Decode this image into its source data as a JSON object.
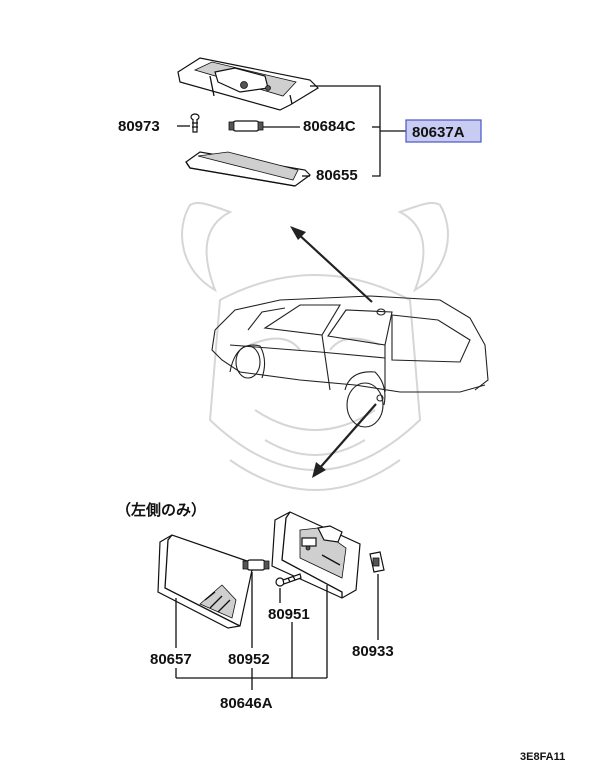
{
  "labels": {
    "screw_top": "80973",
    "bulb_top": "80684C",
    "lamp_assy": "80637A",
    "lens_top": "80655",
    "note": "（左側のみ）",
    "lens_bottom": "80657",
    "bulb_bottom": "80952",
    "screw_bottom": "80951",
    "clip": "80933",
    "lamp_assy_bottom": "80646A",
    "diagram_code": "3E8FA11"
  },
  "colors": {
    "highlight_fill": "#c9ccf2",
    "highlight_border": "#4a55c8",
    "ink": "#111111",
    "watermark": "#d6d6d6"
  }
}
